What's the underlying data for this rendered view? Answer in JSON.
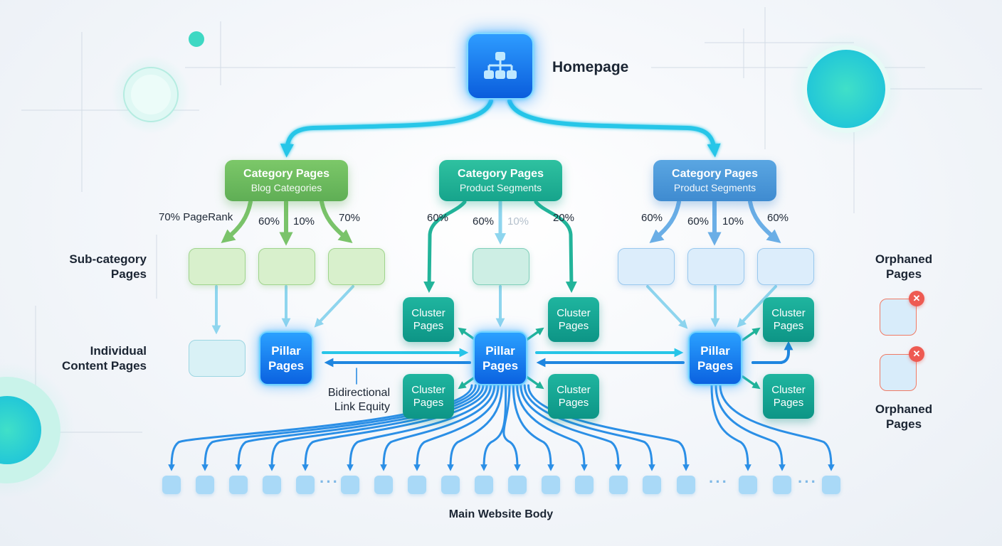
{
  "homepage": {
    "label": "Homepage",
    "icon": "sitemap-icon"
  },
  "categories": [
    {
      "title": "Category Pages",
      "subtitle": "Blog Categories",
      "color": "#6cbd5e"
    },
    {
      "title": "Category Pages",
      "subtitle": "Product Segments",
      "color": "#1fb196"
    },
    {
      "title": "Category Pages",
      "subtitle": "Product Segments",
      "color": "#4d98d9"
    }
  ],
  "percent_labels": [
    {
      "text": "70% PageRank"
    },
    {
      "text": "60%"
    },
    {
      "text": "10%"
    },
    {
      "text": "70%"
    },
    {
      "text": "60%"
    },
    {
      "text": "60%"
    },
    {
      "text": "10%",
      "muted": true
    },
    {
      "text": "20%"
    },
    {
      "text": "60%"
    },
    {
      "text": "60%"
    },
    {
      "text": "10%"
    },
    {
      "text": "60%"
    }
  ],
  "left_labels": {
    "subcategory": "Sub-category\nPages",
    "content": "Individual\nContent Pages"
  },
  "clusters": [
    "Cluster\nPages",
    "Cluster\nPages",
    "Cluster\nPages",
    "Cluster\nPages",
    "Cluster\nPages",
    "Cluster\nPages"
  ],
  "pillars": [
    "Pillar\nPages",
    "Pillar\nPages",
    "Pillar\nPages"
  ],
  "bidirectional_label": "Bidirectional\nLink Equity",
  "orphaned": {
    "top_label": "Orphaned\nPages",
    "bottom_label": "Orphaned\nPages",
    "badge": "✕"
  },
  "ellipsis": "···",
  "footer_label": "Main Website Body",
  "colors": {
    "link_cyan": "#27c6e8",
    "link_blue": "#1f86e0",
    "link_green": "#7ac36a",
    "link_orange": "#ee6b55"
  }
}
